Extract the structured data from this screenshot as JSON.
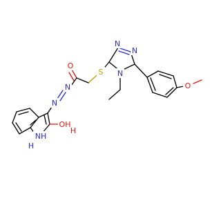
{
  "colors": {
    "background": "#ffffff",
    "bond": "#000000",
    "oxygen": "#e8140f",
    "nitrogen": "#2a2ad6",
    "sulfur": "#b9a400"
  },
  "atoms": {
    "carbonyl_O": "O",
    "sulfur_S": "S",
    "triazole_N1": "N",
    "triazole_N2": "N",
    "triazole_N4": "N",
    "hydrazone_N1": "N",
    "hydrazone_N2": "N",
    "methoxy_O": "O",
    "indole_NH": "NH",
    "indole_N_H": "H",
    "hydroxy_OH": "OH",
    "hydroxy_H": "H"
  }
}
